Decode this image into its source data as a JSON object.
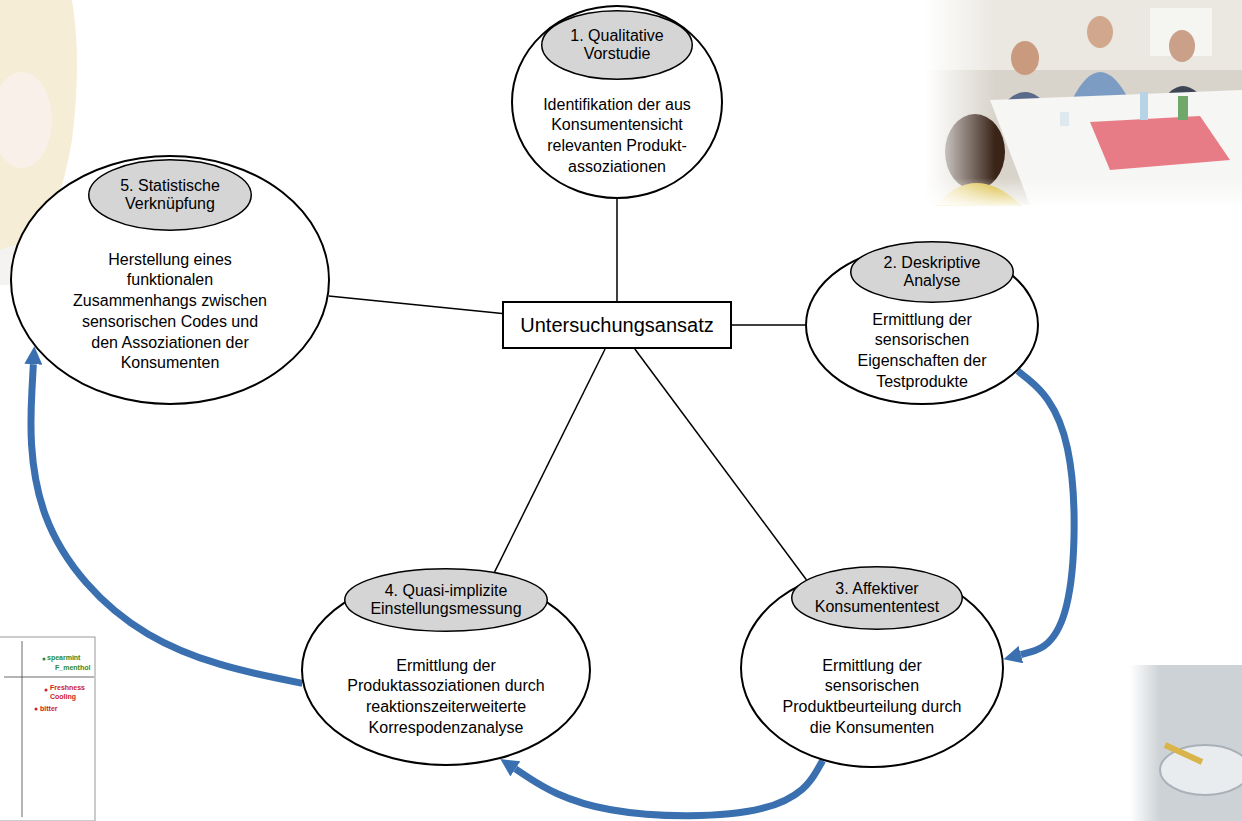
{
  "diagram": {
    "nodes": [
      {
        "text": [
          "1. Qualitative Vorstudie",
          "Identifikation der aus Konsumentensicht relevanten Produkt- assoziationen"
        ]
      },
      {
        "text": [
          "2. Deskriptive Analyse",
          "Ermittlung der sensorischen Eigenschaften der Testprodukte"
        ]
      },
      {
        "text": [
          "3. Affektiver Konsumententest",
          "Ermittlung der sensorischen Produktbeurteilung durch die Konsumenten"
        ]
      },
      {
        "text": [
          "4. Quasi-implizite Einstellungsmessung",
          "Ermittlung der Produktassoziationen durch reaktionszeiterweiterte Korrespodenzanalyse"
        ]
      },
      {
        "text": [
          "5. Statistische Verknüpfung",
          "Herstellung eines funktionalen Zusammenhangs zwischen sensorischen Codes und den Assoziationen der Konsumenten"
        ]
      },
      {
        "text": [
          "Untersuchungsansatz"
        ]
      }
    ],
    "edges": [
      {
        "from": 5,
        "to": 0,
        "arrow": "none"
      },
      {
        "from": 5,
        "to": 1,
        "arrow": "none"
      },
      {
        "from": 5,
        "to": 2,
        "arrow": "none"
      },
      {
        "from": 5,
        "to": 3,
        "arrow": "none"
      },
      {
        "from": 5,
        "to": 4,
        "arrow": "none"
      },
      {
        "from": 1,
        "to": 2,
        "arrow": "to"
      },
      {
        "from": 2,
        "to": 3,
        "arrow": "to"
      },
      {
        "from": 3,
        "to": 4,
        "arrow": "to"
      }
    ],
    "labels": [
      "spearmint",
      "F_menthol",
      "Freshness",
      "Cooling",
      "bitter"
    ]
  }
}
